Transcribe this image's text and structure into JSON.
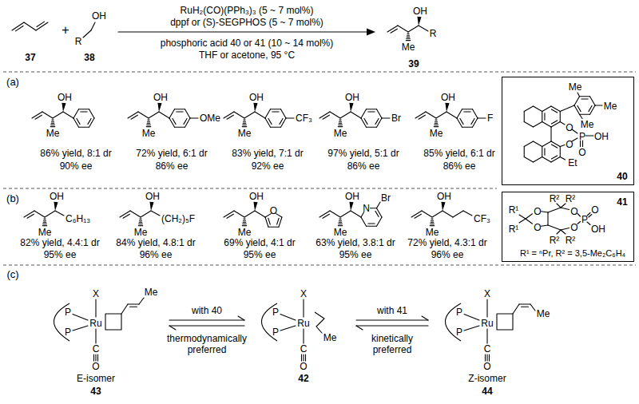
{
  "diagram": {
    "nodes": [
      {
        "text": [
          "Me",
          "Me",
          "Me",
          "O",
          "O",
          "P",
          "OH",
          "O",
          "Et",
          "40"
        ]
      },
      {
        "text": [
          "41",
          "R¹",
          "R¹",
          "R²",
          "R²",
          "O",
          "O",
          "O",
          "O",
          "P",
          "O",
          "OH",
          "R²",
          "R²",
          "R¹ = ⁿPr, R² = 3,5-Me₂C₆H₄"
        ]
      }
    ],
    "labels": [
      "+",
      "OH",
      "R",
      "RuH₂(CO)(PPh₃)₃ (5 ~ 7 mol%)",
      "dppf or (S)-SEGPHOS (5 ~ 7 mol%)",
      "phosphoric acid 40 or 41 (10 ~ 14 mol%)",
      "THF or acetone, 95 °C",
      "OH",
      "Me",
      "R",
      "37",
      "38",
      "39",
      "(a)",
      "OH",
      "Me",
      "86% yield, 8:1 dr",
      "90% ee",
      "OH",
      "Me",
      "OMe",
      "72% yield, 6:1 dr",
      "86% ee",
      "OH",
      "Me",
      "CF₃",
      "83% yield, 7:1 dr",
      "92% ee",
      "OH",
      "Me",
      "Br",
      "97% yield, 5:1 dr",
      "86% ee",
      "OH",
      "Me",
      "F",
      "85% yield, 6:1 dr",
      "86% ee",
      "(b)",
      "OH",
      "Me",
      "C₆H₁₃",
      "82% yield, 4.4:1 dr",
      "95% ee",
      "OH",
      "Me",
      "(CH₂)₅F",
      "84% yield, 4.8:1 dr",
      "96% ee",
      "OH",
      "Me",
      "O",
      "69% yield, 4:1 dr",
      "95% ee",
      "OH",
      "Me",
      "N",
      "Br",
      "63% yield, 3.8:1 dr",
      "95% ee",
      "OH",
      "Me",
      "CF₃",
      "72% yield, 4.3:1 dr",
      "96% ee",
      "(c)",
      "X",
      "P",
      "P",
      "Ru",
      "C",
      "O",
      "Me",
      "with 40",
      "thermodynamically preferred",
      "X",
      "P",
      "P",
      "Ru",
      "C",
      "O",
      "Me",
      "with 41",
      "kinetically preferred",
      "X",
      "P",
      "P",
      "Ru",
      "C",
      "O",
      "Me",
      "E-isomer",
      "43",
      "42",
      "Z-isomer",
      "44"
    ]
  }
}
